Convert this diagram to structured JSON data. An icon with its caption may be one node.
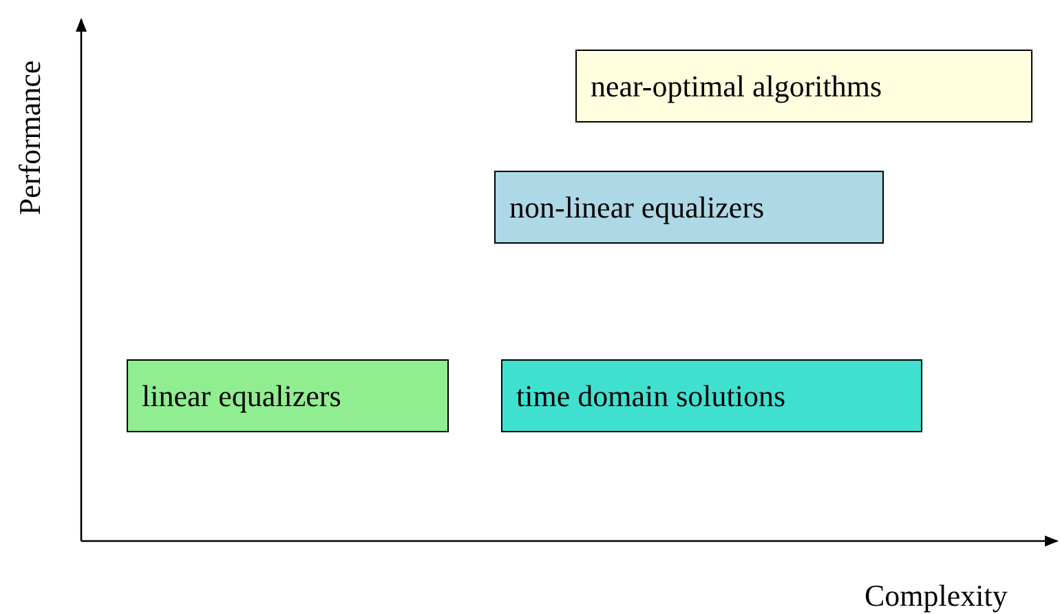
{
  "diagram": {
    "nodes": [
      {
        "text": [
          "near-optimal algorithms"
        ]
      },
      {
        "text": [
          "non-linear equalizers"
        ]
      },
      {
        "text": [
          "linear equalizers"
        ]
      },
      {
        "text": [
          "time domain solutions"
        ]
      }
    ],
    "labels": [
      "Performance",
      "Complexity"
    ]
  }
}
